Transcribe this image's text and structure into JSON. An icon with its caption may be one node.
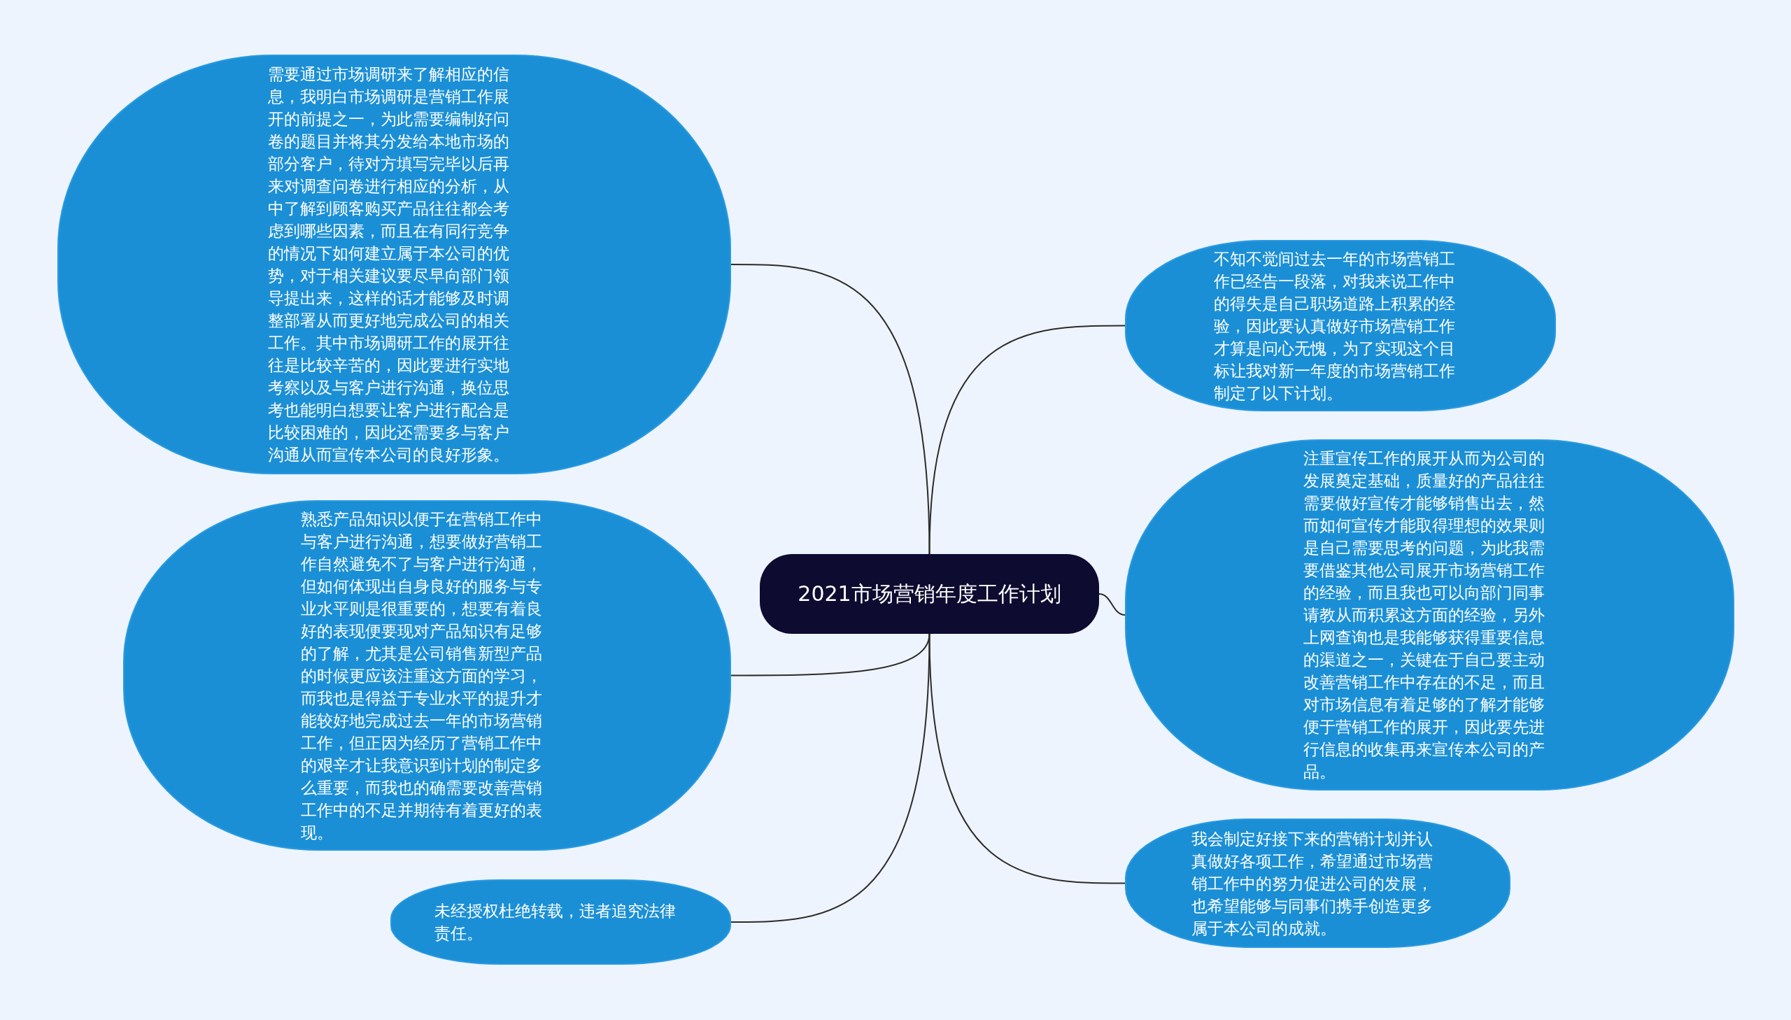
{
  "diagram": {
    "nodes": [
      {
        "text": [
          "2021市场营销年度工作计划"
        ]
      },
      {
        "text": [
          "需要通过市场调研来了解相应的信息，我明白市场调研是营销工作展开的前提之一，为此需要编制好问卷的题目并将其分发给本地市场的部分客户，待对方填写完毕以后再来对调查问卷进行相应的分析，从中了解到顾客购买产品往往都会考虑到哪些因素，而且在有同行竞争的情况下如何建立属于本公司的优势，对于相关建议要尽早向部门领导提出来，这样的话才能够及时调整部署从而更好地完成公司的相关工作。其中市场调研工作的展开往往是比较辛苦的，因此要进行实地考察以及与客户进行沟通，换位思考也能明白想要让客户进行配合是比较困难的，因此还需要多与客户沟通从而宣传本公司的良好形象。"
        ]
      },
      {
        "text": [
          "熟悉产品知识以便于在营销工作中与客户进行沟通，想要做好营销工作自然避免不了与客户进行沟通，但如何体现出自身良好的服务与专业水平则是很重要的，想要有着良好的表现便要现对产品知识有足够的了解，尤其是公司销售新型产品的时候更应该注重这方面的学习，而我也是得益于专业水平的提升才能较好地完成过去一年的市场营销工作，但正因为经历了营销工作中的艰辛才让我意识到计划的制定多么重要，而我也的确需要改善营销工作中的不足并期待有着更好的表现。"
        ]
      },
      {
        "text": [
          "未经授权杜绝转载，违者追究法律责任。"
        ]
      },
      {
        "text": [
          "不知不觉间过去一年的市场营销工作已经告一段落，对我来说工作中的得失是自己职场道路上积累的经验，因此要认真做好市场营销工作才算是问心无愧，为了实现这个目标让我对新一年度的市场营销工作制定了以下计划。"
        ]
      },
      {
        "text": [
          "注重宣传工作的展开从而为公司的发展奠定基础，质量好的产品往往需要做好宣传才能够销售出去，然而如何宣传才能取得理想的效果则是自己需要思考的问题，为此我需要借鉴其他公司展开市场营销工作的经验，而且我也可以向部门同事请教从而积累这方面的经验，另外上网查询也是我能够获得重要信息的渠道之一，关键在于自己要主动改善营销工作中存在的不足，而且对市场信息有着足够的了解才能够便于营销工作的展开，因此要先进行信息的收集再来宣传本公司的产品。"
        ]
      },
      {
        "text": [
          "我会制定好接下来的营销计划并认真做好各项工作，希望通过市场营销工作中的努力促进公司的发展，也希望能够与同事们携手创造更多属于本公司的成就。"
        ]
      }
    ],
    "edges": [
      {
        "from": 0,
        "to": 1,
        "arrow": "none"
      },
      {
        "from": 0,
        "to": 2,
        "arrow": "none"
      },
      {
        "from": 0,
        "to": 3,
        "arrow": "none"
      },
      {
        "from": 0,
        "to": 4,
        "arrow": "none"
      },
      {
        "from": 0,
        "to": 5,
        "arrow": "none"
      },
      {
        "from": 0,
        "to": 6,
        "arrow": "none"
      }
    ]
  }
}
